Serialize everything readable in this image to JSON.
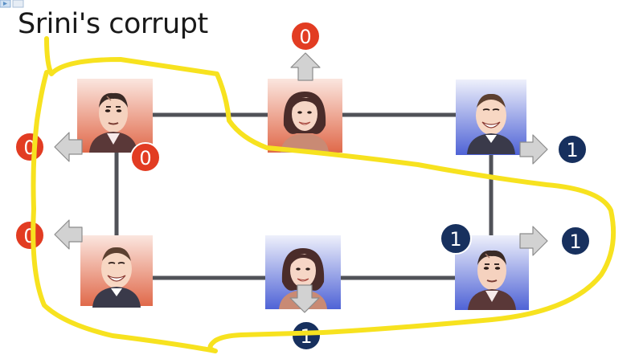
{
  "annotation": {
    "text": "Srini's corrupt"
  },
  "colors": {
    "red_node": "#e0694a",
    "blue_node": "#4f63d6",
    "red_badge": "#e23c22",
    "blue_badge": "#17305e",
    "edge": "#505258",
    "arrow_fill": "#d2d2d2",
    "arrow_stroke": "#8c8c8c",
    "highlight": "#f7e21f"
  },
  "nodes": [
    {
      "id": "srini-top-left",
      "team": "red",
      "face": "man"
    },
    {
      "id": "woman-top-middle",
      "team": "red",
      "face": "woman"
    },
    {
      "id": "smiling-man-top-right",
      "team": "blue",
      "face": "smiling-man"
    },
    {
      "id": "smiling-man-bottom-left",
      "team": "red",
      "face": "smiling-man"
    },
    {
      "id": "woman-bottom-middle",
      "team": "blue",
      "face": "woman"
    },
    {
      "id": "srini-bottom-right",
      "team": "blue",
      "face": "man"
    }
  ],
  "badges": [
    {
      "id": "top-left-own",
      "value": "0",
      "team": "red"
    },
    {
      "id": "top-left-out",
      "value": "0",
      "team": "red"
    },
    {
      "id": "top-middle-out",
      "value": "0",
      "team": "red"
    },
    {
      "id": "top-right-out",
      "value": "1",
      "team": "blue"
    },
    {
      "id": "bottom-left-out",
      "value": "0",
      "team": "red"
    },
    {
      "id": "bottom-middle-out",
      "value": "1",
      "team": "blue"
    },
    {
      "id": "bottom-right-own",
      "value": "1",
      "team": "blue"
    },
    {
      "id": "bottom-right-out",
      "value": "1",
      "team": "blue"
    }
  ]
}
